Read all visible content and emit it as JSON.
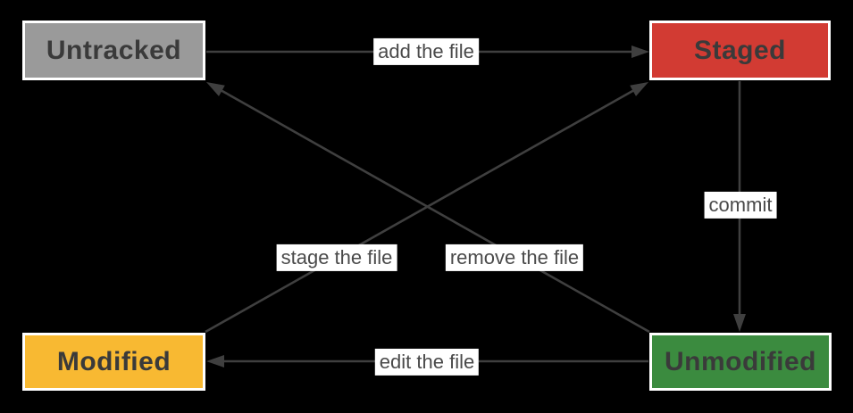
{
  "diagram": {
    "background_color": "#000000",
    "line_color": "#3f3f3f",
    "states": [
      {
        "id": "untracked",
        "label": "Untracked",
        "fill_color": "#9a9a9a",
        "border_color": "#ffffff",
        "text_color": "#3a3a3a"
      },
      {
        "id": "staged",
        "label": "Staged",
        "fill_color": "#d23b33",
        "border_color": "#ffffff",
        "text_color": "#3a3a3a"
      },
      {
        "id": "modified",
        "label": "Modified",
        "fill_color": "#f8b932",
        "border_color": "#ffffff",
        "text_color": "#3a3a3a"
      },
      {
        "id": "unmodified",
        "label": "Unmodified",
        "fill_color": "#3b8b3f",
        "border_color": "#ffffff",
        "text_color": "#3a3a3a"
      }
    ],
    "transitions": [
      {
        "id": "add",
        "label": "add the file",
        "from": "Untracked",
        "to": "Staged"
      },
      {
        "id": "commit",
        "label": "commit",
        "from": "Staged",
        "to": "Unmodified"
      },
      {
        "id": "stage",
        "label": "stage the file",
        "from": "Modified",
        "to": "Staged"
      },
      {
        "id": "remove",
        "label": "remove the file",
        "from": "Unmodified",
        "to": "Untracked"
      },
      {
        "id": "edit",
        "label": "edit the file",
        "from": "Unmodified",
        "to": "Modified"
      }
    ]
  }
}
